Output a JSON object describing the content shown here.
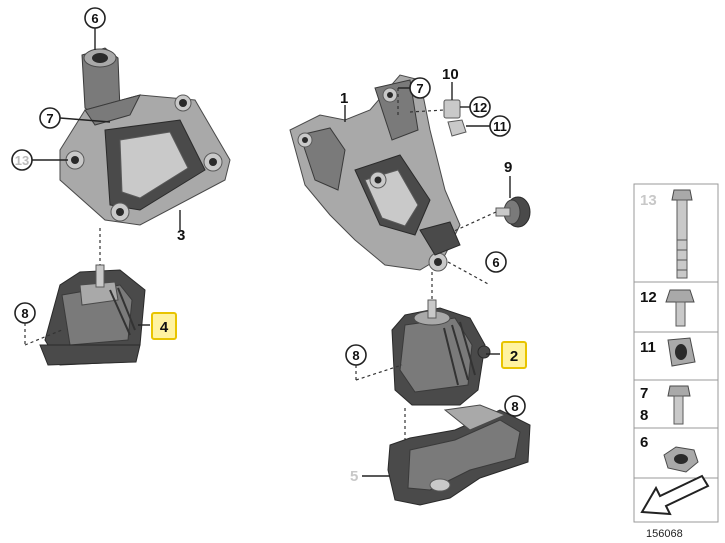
{
  "diagram_id": "156068",
  "callouts": {
    "c6_top_left": "6",
    "c7_left": "7",
    "c13_left": "13",
    "c3": "3",
    "c8_left": "8",
    "c4": "4",
    "c1": "1",
    "c7_right": "7",
    "c10": "10",
    "c12": "12",
    "c11": "11",
    "c9": "9",
    "c6_right": "6",
    "c8_mid": "8",
    "c2": "2",
    "c8_right": "8",
    "c5": "5"
  },
  "legend": {
    "items": [
      {
        "label": "13",
        "faded": true
      },
      {
        "label": "12",
        "faded": false
      },
      {
        "label": "11",
        "faded": false
      },
      {
        "label_a": "7",
        "label_b": "8",
        "faded": false
      },
      {
        "label": "6",
        "faded": false
      }
    ]
  },
  "colors": {
    "highlight_fill": "#fff3a0",
    "highlight_border": "#e8c400"
  },
  "icons": [
    "bolt-icon",
    "hex-bolt-icon",
    "nut-icon",
    "flanged-bolt-icon",
    "hex-nut-icon",
    "arrow-direction-icon"
  ]
}
